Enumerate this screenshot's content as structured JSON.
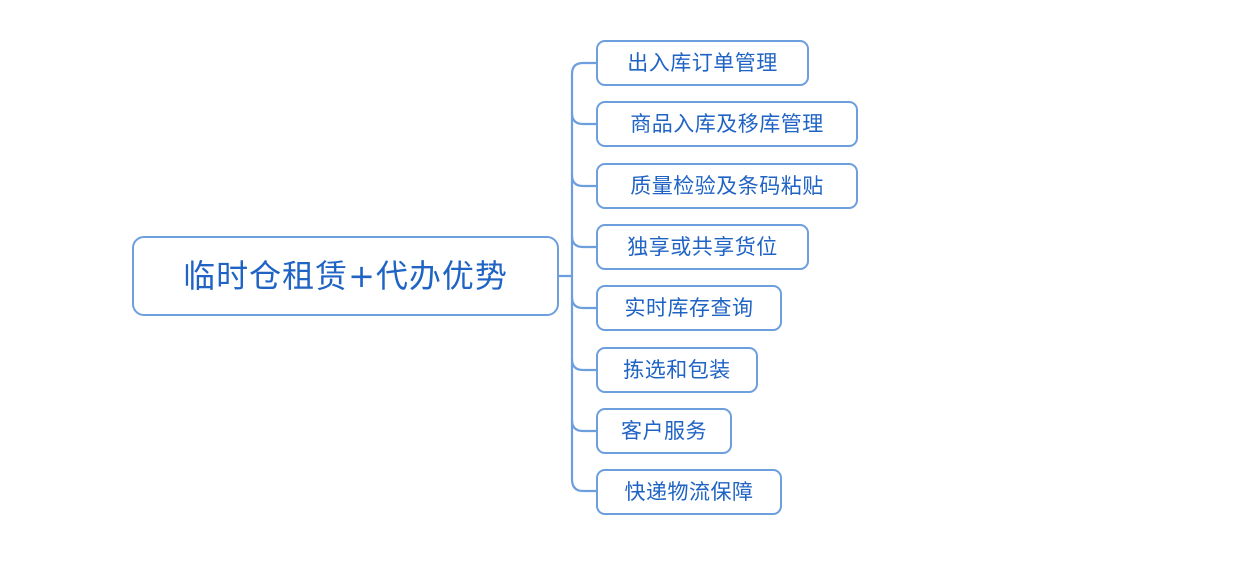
{
  "diagram": {
    "type": "mind-map",
    "orientation": "left-to-right",
    "background_color": "#ffffff",
    "border_color": "#6d9ede",
    "text_color": "#1f63c4",
    "connector_color": "#6d9ede",
    "root": {
      "label": "临时仓租赁+代办优势"
    },
    "children": [
      {
        "label": "出入库订单管理"
      },
      {
        "label": "商品入库及移库管理"
      },
      {
        "label": "质量检验及条码粘贴"
      },
      {
        "label": "独享或共享货位"
      },
      {
        "label": "实时库存查询"
      },
      {
        "label": "拣选和包装"
      },
      {
        "label": "客户服务"
      },
      {
        "label": "快递物流保障"
      }
    ]
  }
}
